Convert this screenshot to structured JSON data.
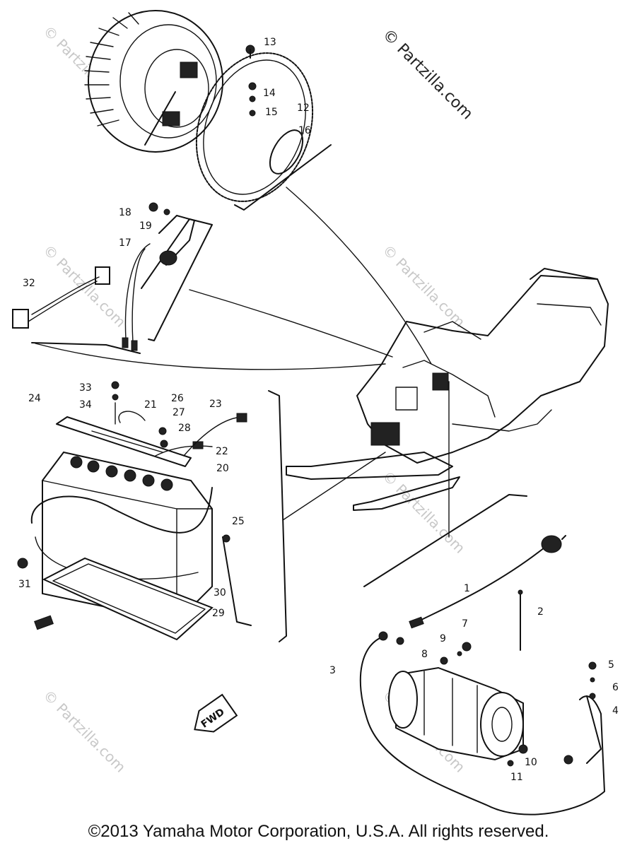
{
  "watermark_main": "© Partzilla.com",
  "watermark_faint": "© Partzilla.com",
  "copyright": "©2013  Yamaha Motor Corporation, U.S.A. All rights reserved.",
  "fwd_marker": "FWD",
  "callouts": [
    "1",
    "2",
    "3",
    "4",
    "5",
    "6",
    "7",
    "8",
    "9",
    "10",
    "11",
    "12",
    "13",
    "14",
    "15",
    "16",
    "17",
    "18",
    "19",
    "20",
    "21",
    "22",
    "23",
    "24",
    "25",
    "26",
    "27",
    "28",
    "29",
    "30",
    "31",
    "32",
    "33",
    "34"
  ]
}
